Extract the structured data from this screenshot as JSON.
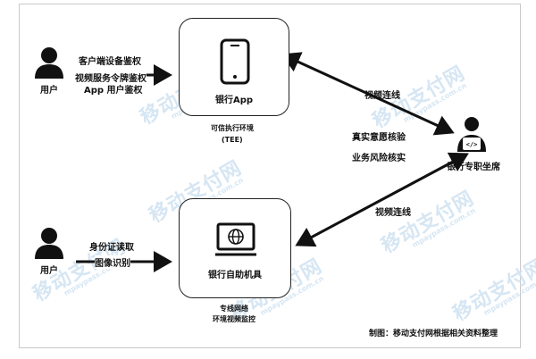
{
  "watermark": {
    "cn": "移动支付网",
    "en": "mpaypass.com.cn"
  },
  "nodes": {
    "user_top": {
      "label": "用户"
    },
    "user_bottom": {
      "label": "用户"
    },
    "bank_app": {
      "label": "银行App",
      "caption_line1": "可信执行环境",
      "caption_line2": "(TEE)"
    },
    "atm": {
      "label": "银行自助机具",
      "caption_line1": "专线网络",
      "caption_line2": "环境视频监控"
    },
    "agent": {
      "label": "银行专职坐席"
    }
  },
  "edges": {
    "top_arrow": {
      "line1": "客户端设备鉴权",
      "line2": "视频服务令牌鉴权",
      "line3": "App 用户鉴权"
    },
    "bottom_arrow": {
      "line1": "身份证读取",
      "line2": "图像识别"
    },
    "upper_diag": {
      "label": "视频连线"
    },
    "lower_diag": {
      "label": "视频连线"
    },
    "agent_side": {
      "line1": "真实意愿核验",
      "line2": "业务风险核实"
    }
  },
  "footer": {
    "credit": "制图：移动支付网根据相关资料整理"
  }
}
